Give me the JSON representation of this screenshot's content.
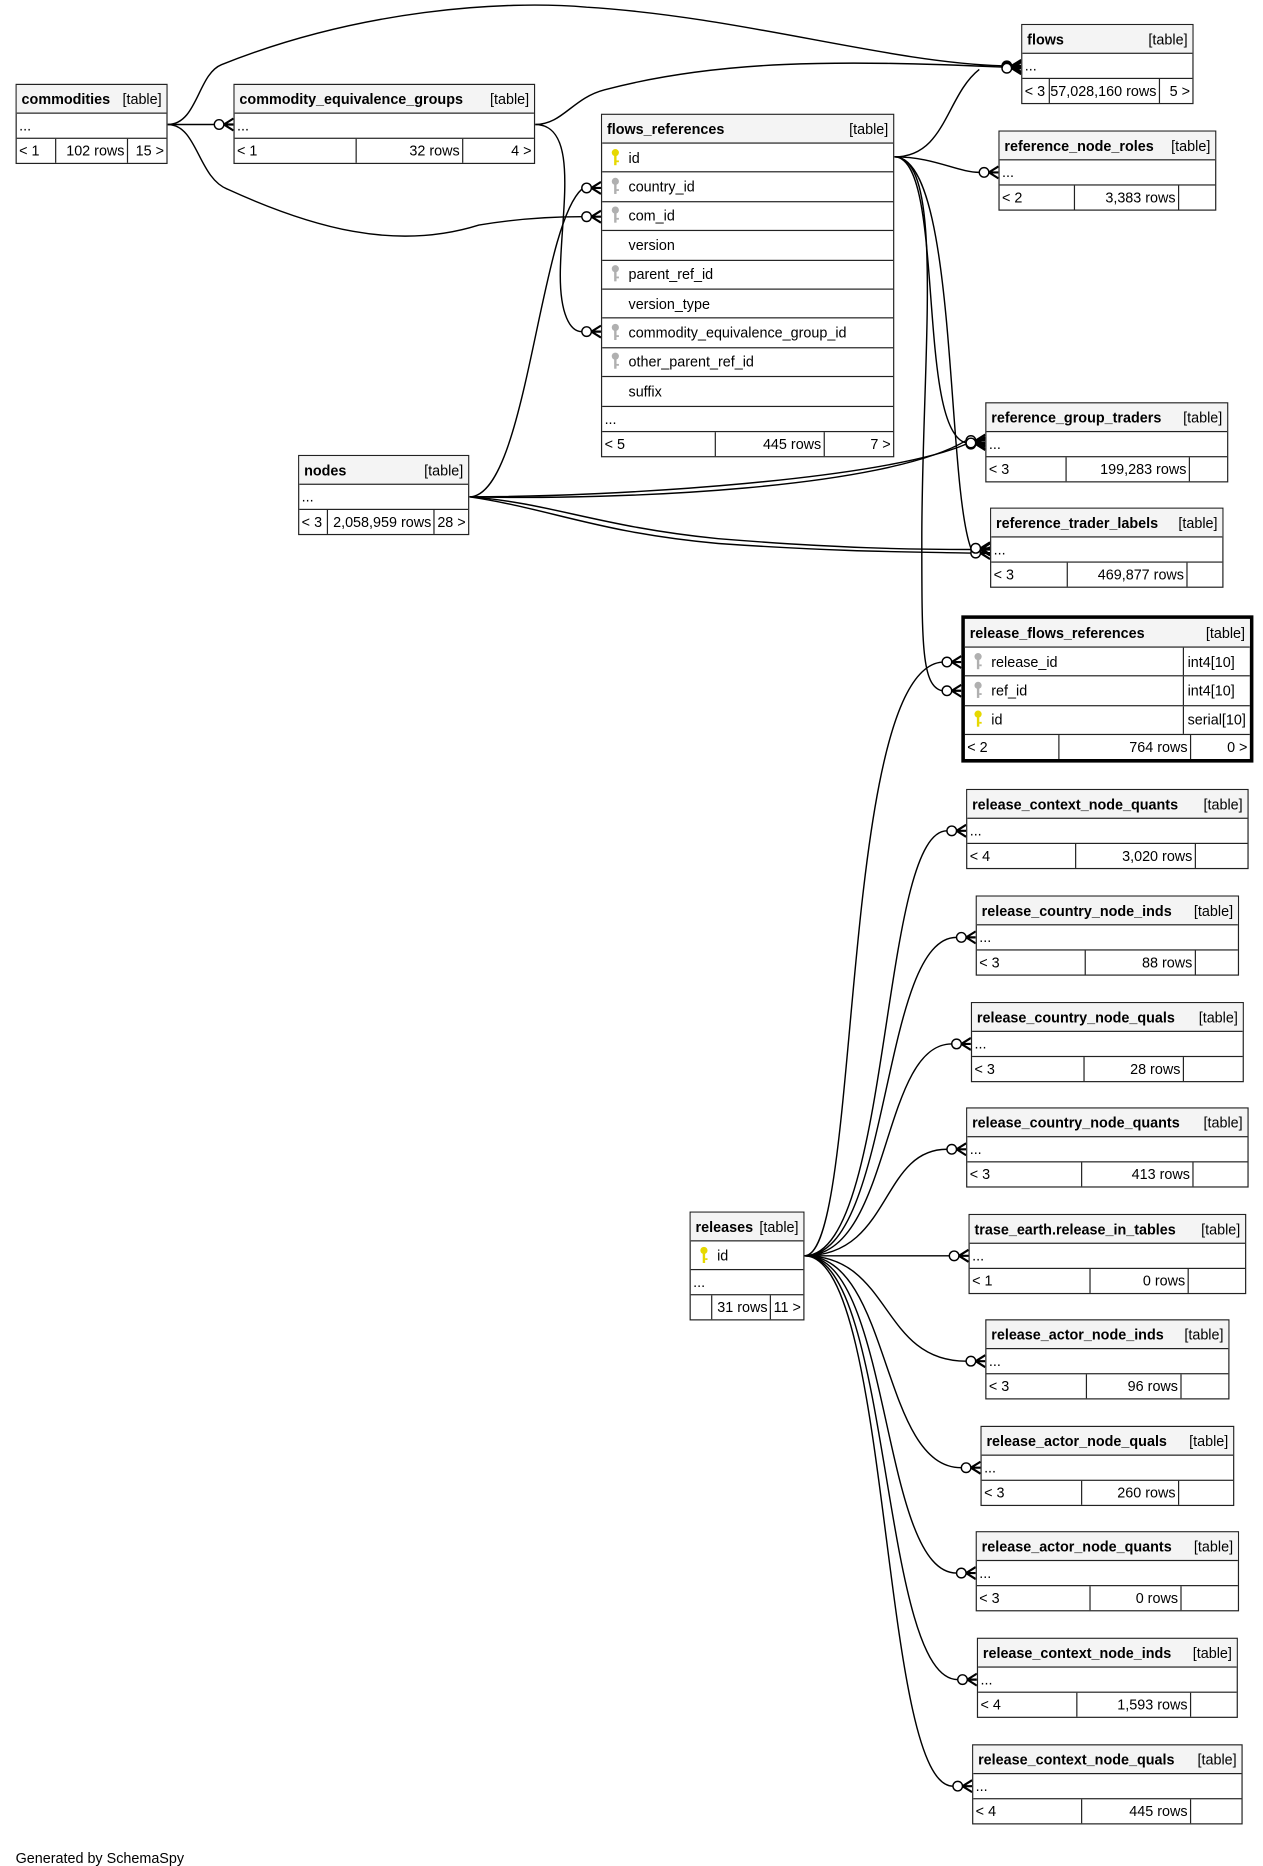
{
  "footer_note": "Generated by SchemaSpy",
  "type_label": "[table]",
  "colors": {
    "primary_key": "#e6d800",
    "foreign_key": "#b0b0b0",
    "header_bg": "#f4f4f4"
  },
  "tables": [
    {
      "name": "commodities",
      "columns": [],
      "ellipsis": "...",
      "footer": {
        "parents": "< 1",
        "rows": "102 rows",
        "children": "15 >"
      }
    },
    {
      "name": "commodity_equivalence_groups",
      "columns": [],
      "ellipsis": "...",
      "footer": {
        "parents": "< 1",
        "rows": "32 rows",
        "children": "4 >"
      }
    },
    {
      "name": "flows_references",
      "columns": [
        {
          "name": "id",
          "key": "primary"
        },
        {
          "name": "country_id",
          "key": "foreign"
        },
        {
          "name": "com_id",
          "key": "foreign"
        },
        {
          "name": "version",
          "key": "none"
        },
        {
          "name": "parent_ref_id",
          "key": "foreign"
        },
        {
          "name": "version_type",
          "key": "none"
        },
        {
          "name": "commodity_equivalence_group_id",
          "key": "foreign"
        },
        {
          "name": "other_parent_ref_id",
          "key": "foreign"
        },
        {
          "name": "suffix",
          "key": "none"
        }
      ],
      "ellipsis": "...",
      "footer": {
        "parents": "< 5",
        "rows": "445 rows",
        "children": "7 >"
      }
    },
    {
      "name": "flows",
      "columns": [],
      "ellipsis": "...",
      "footer": {
        "parents": "< 3",
        "rows": "57,028,160 rows",
        "children": "5 >"
      }
    },
    {
      "name": "reference_node_roles",
      "columns": [],
      "ellipsis": "...",
      "footer": {
        "parents": "< 2",
        "rows": "3,383 rows",
        "children": ""
      }
    },
    {
      "name": "nodes",
      "columns": [],
      "ellipsis": "...",
      "footer": {
        "parents": "< 3",
        "rows": "2,058,959 rows",
        "children": "28 >"
      }
    },
    {
      "name": "reference_group_traders",
      "columns": [],
      "ellipsis": "...",
      "footer": {
        "parents": "< 3",
        "rows": "199,283 rows",
        "children": ""
      }
    },
    {
      "name": "reference_trader_labels",
      "columns": [],
      "ellipsis": "...",
      "footer": {
        "parents": "< 3",
        "rows": "469,877 rows",
        "children": ""
      }
    },
    {
      "name": "release_flows_references",
      "focus": true,
      "columns": [
        {
          "name": "release_id",
          "key": "foreign",
          "type": "int4[10]"
        },
        {
          "name": "ref_id",
          "key": "foreign",
          "type": "int4[10]"
        },
        {
          "name": "id",
          "key": "primary",
          "type": "serial[10]"
        }
      ],
      "ellipsis": null,
      "footer": {
        "parents": "< 2",
        "rows": "764 rows",
        "children": "0 >"
      }
    },
    {
      "name": "release_context_node_quants",
      "columns": [],
      "ellipsis": "...",
      "footer": {
        "parents": "< 4",
        "rows": "3,020 rows",
        "children": ""
      }
    },
    {
      "name": "release_country_node_inds",
      "columns": [],
      "ellipsis": "...",
      "footer": {
        "parents": "< 3",
        "rows": "88 rows",
        "children": ""
      }
    },
    {
      "name": "release_country_node_quals",
      "columns": [],
      "ellipsis": "...",
      "footer": {
        "parents": "< 3",
        "rows": "28 rows",
        "children": ""
      }
    },
    {
      "name": "release_country_node_quants",
      "columns": [],
      "ellipsis": "...",
      "footer": {
        "parents": "< 3",
        "rows": "413 rows",
        "children": ""
      }
    },
    {
      "name": "trase_earth.release_in_tables",
      "columns": [],
      "ellipsis": "...",
      "footer": {
        "parents": "< 1",
        "rows": "0 rows",
        "children": ""
      }
    },
    {
      "name": "release_actor_node_inds",
      "columns": [],
      "ellipsis": "...",
      "footer": {
        "parents": "< 3",
        "rows": "96 rows",
        "children": ""
      }
    },
    {
      "name": "release_actor_node_quals",
      "columns": [],
      "ellipsis": "...",
      "footer": {
        "parents": "< 3",
        "rows": "260 rows",
        "children": ""
      }
    },
    {
      "name": "release_actor_node_quants",
      "columns": [],
      "ellipsis": "...",
      "footer": {
        "parents": "< 3",
        "rows": "0 rows",
        "children": ""
      }
    },
    {
      "name": "release_context_node_inds",
      "columns": [],
      "ellipsis": "...",
      "footer": {
        "parents": "< 4",
        "rows": "1,593 rows",
        "children": ""
      }
    },
    {
      "name": "release_context_node_quals",
      "columns": [],
      "ellipsis": "...",
      "footer": {
        "parents": "< 4",
        "rows": "445 rows",
        "children": ""
      }
    },
    {
      "name": "releases",
      "columns": [
        {
          "name": "id",
          "key": "primary"
        }
      ],
      "ellipsis": "...",
      "footer": {
        "parents": "",
        "rows": "31 rows",
        "children": "11 >"
      }
    }
  ]
}
